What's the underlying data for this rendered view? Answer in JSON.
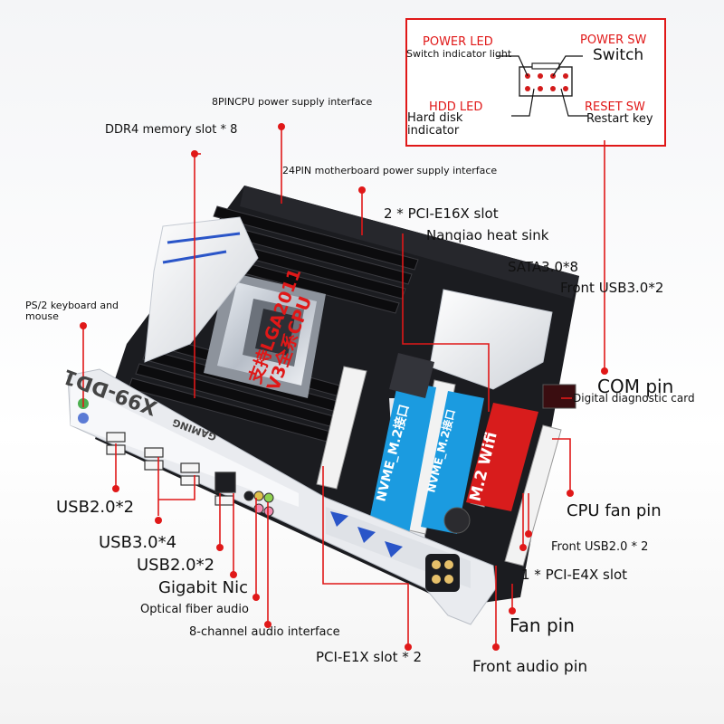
{
  "panel_header": {
    "power_led": "POWER LED",
    "switch_indicator_light": "Switch indicator light",
    "power_sw": "POWER SW",
    "switch": "Switch",
    "hdd_led": "HDD  LED",
    "hard_disk_indicator": "Hard disk indicator",
    "reset_sw": "RESET SW",
    "restart_key": "Restart key"
  },
  "labels": {
    "cpu_power_8pin": "8PINCPU power supply interface",
    "ddr4_slots": "DDR4 memory slot * 8",
    "atx_24pin": "24PIN motherboard power supply interface",
    "pcie16_slots": "2 * PCI-E16X slot",
    "southbridge_heatsink": "Nanqiao heat sink",
    "sata": "SATA3.0*8",
    "front_usb3": "Front USB3.0*2",
    "ps2": "PS/2 keyboard and mouse",
    "com_pin": "COM pin",
    "debug_card": "Digital diagnostic card",
    "cpu_fan": "CPU fan pin",
    "front_usb2": "Front USB2.0 * 2",
    "pcie4_slot": "1 * PCI-E4X slot",
    "fan_pin": "Fan pin",
    "front_audio": "Front audio pin",
    "pcie1_slots": "PCI-E1X slot * 2",
    "audio_8ch": "8-channel audio interface",
    "optical_audio": "Optical fiber audio",
    "gigabit_nic": "Gigabit Nic",
    "usb2_rear_b": "USB2.0*2",
    "usb3_rear": "USB3.0*4",
    "usb2_rear_a": "USB2.0*2"
  },
  "board": {
    "socket_callout_line1": "支持LGA2011",
    "socket_callout_line2": "V3全系CPU",
    "nvme_a": "NVME_M.2接口",
    "nvme_b": "NVME_M.2接口",
    "wifi": "M.2 Wifi",
    "io_model": "X99-DD1",
    "io_series": "GAMING"
  },
  "colors": {
    "callout_red": "#e01818",
    "nvme_blue": "#1b9be0",
    "wifi_red": "#d81c1c",
    "board_black": "#1b1c20",
    "shroud_white": "#eef0f3",
    "accent_blue": "#2a55c8"
  }
}
